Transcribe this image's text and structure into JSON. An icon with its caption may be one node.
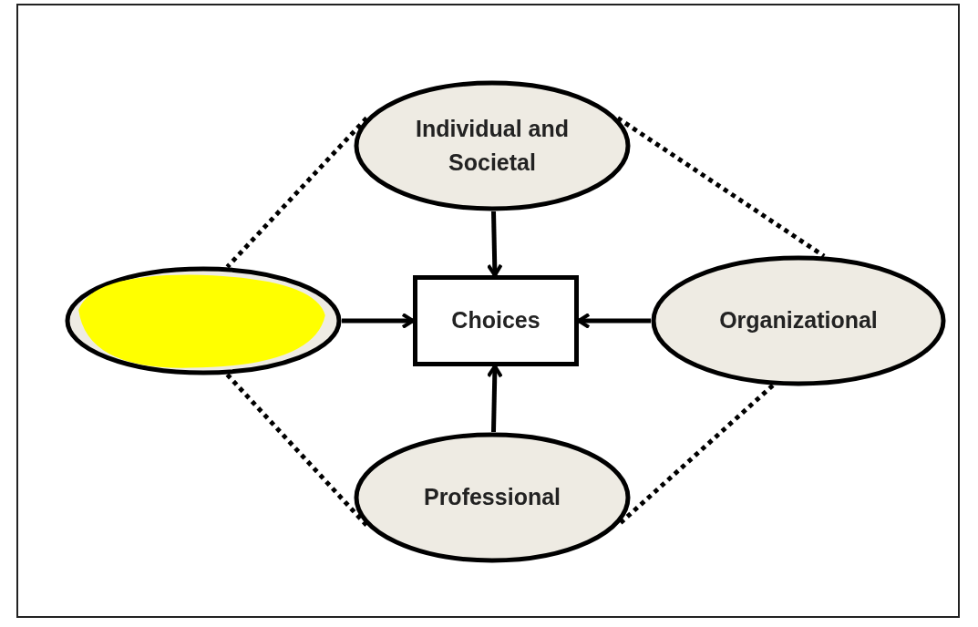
{
  "diagram": {
    "nodes": [
      {
        "text": [
          "Individual and Societal"
        ]
      },
      {
        "text": [],
        "shape": "ellipse"
      },
      {
        "text": [
          "Choices"
        ]
      },
      {
        "text": [
          "Organizational"
        ]
      },
      {
        "text": [
          "Professional"
        ]
      }
    ],
    "edges": [
      {
        "from": 0,
        "to": 2,
        "arrow": "to"
      },
      {
        "from": 1,
        "to": 2,
        "arrow": "to"
      },
      {
        "from": 3,
        "to": 2,
        "arrow": "to"
      },
      {
        "from": 4,
        "to": 2,
        "arrow": "to"
      },
      {
        "from": 0,
        "to": 1,
        "arrow": "none",
        "style": "dashed"
      },
      {
        "from": 0,
        "to": 3,
        "arrow": "none",
        "style": "dashed"
      },
      {
        "from": 1,
        "to": 4,
        "arrow": "none",
        "style": "dashed"
      },
      {
        "from": 3,
        "to": 4,
        "arrow": "none",
        "style": "dashed"
      }
    ]
  }
}
